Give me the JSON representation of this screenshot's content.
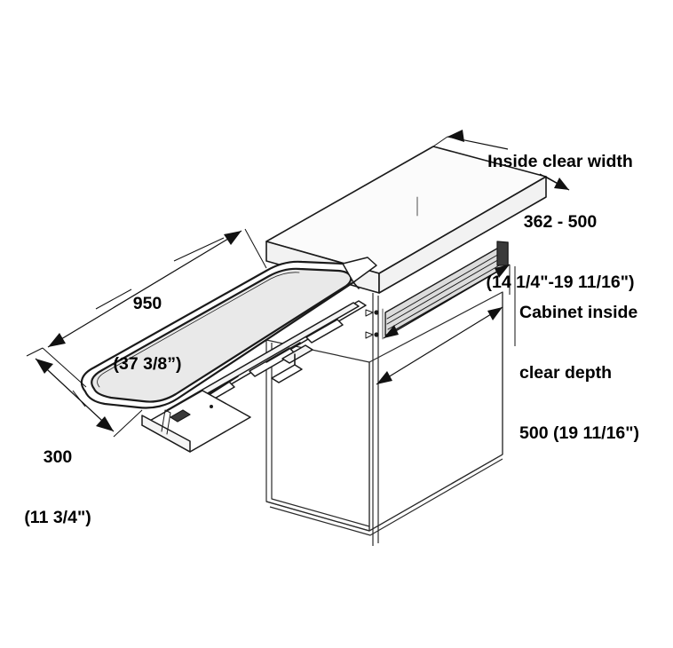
{
  "figure": {
    "kind": "technical-line-drawing",
    "subject": "Pull-out ironing board mounted inside a cabinet",
    "background_color": "#ffffff",
    "line_color": "#1a1a1a",
    "board_fill_color": "#e9e9e9",
    "units_note": "Millimetres with inch equivalents in parentheses"
  },
  "annotations": {
    "inside_clear_width": {
      "name": "inside-clear-width",
      "title": "Inside clear width",
      "value_metric": "362 - 500",
      "value_imperial": "(14 1/4\"-19 11/16\")"
    },
    "cabinet_inside_clear_depth": {
      "name": "cabinet-inside-clear-depth",
      "title_line1": "Cabinet inside",
      "title_line2": "clear depth",
      "value": "500 (19 11/16\")"
    },
    "board_length": {
      "name": "board-length",
      "value_metric": "950",
      "value_imperial": "(37 3/8”)"
    },
    "board_width": {
      "name": "board-width",
      "value_metric": "300",
      "value_imperial": "(11 3/4\")"
    }
  },
  "chart_data": {
    "type": "table",
    "title": "Pull-out ironing board dimensions",
    "categories": [
      "Inside clear width",
      "Cabinet inside clear depth",
      "Board length",
      "Board width"
    ],
    "values_mm": [
      "362 - 500",
      "500",
      "950",
      "300"
    ],
    "values_inch": [
      "14 1/4\" - 19 11/16\"",
      "19 11/16\"",
      "37 3/8\"",
      "11 3/4\""
    ]
  }
}
